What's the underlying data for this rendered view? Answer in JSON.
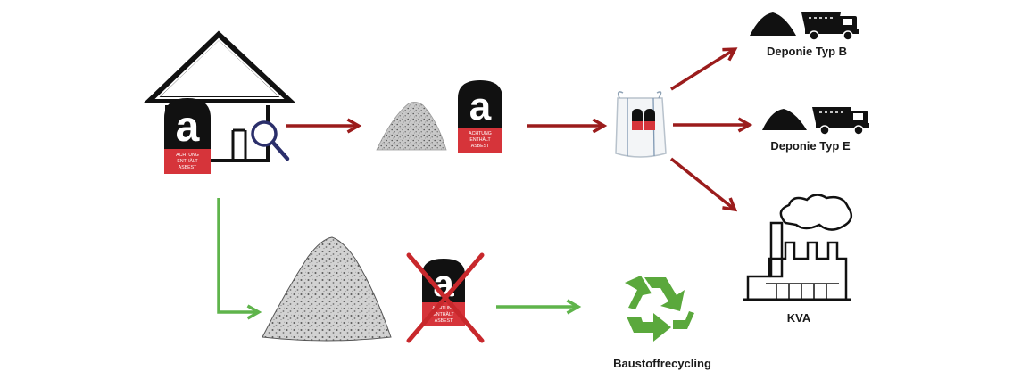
{
  "labels": {
    "landfill_b": "Deponie Typ B",
    "landfill_e": "Deponie Typ E",
    "incineration": "KVA",
    "recycling": "Baustoffrecycling"
  },
  "asbestos_sign": {
    "letter": "a",
    "line1": "ACHTUNG",
    "line2": "ENTHÄLT",
    "line3": "ASBEST"
  },
  "colors": {
    "arrow_contaminated": "#9b1c1c",
    "arrow_clean": "#5fb44b",
    "sign_red": "#d6343a",
    "sign_black": "#111111",
    "cross_red": "#c8282c",
    "recycle_green": "#5aa83c"
  },
  "icons": [
    "house-icon",
    "magnifier-icon",
    "pile-icon",
    "bigbag-icon",
    "truck-icon",
    "heap-icon",
    "factory-icon",
    "recycle-icon"
  ]
}
